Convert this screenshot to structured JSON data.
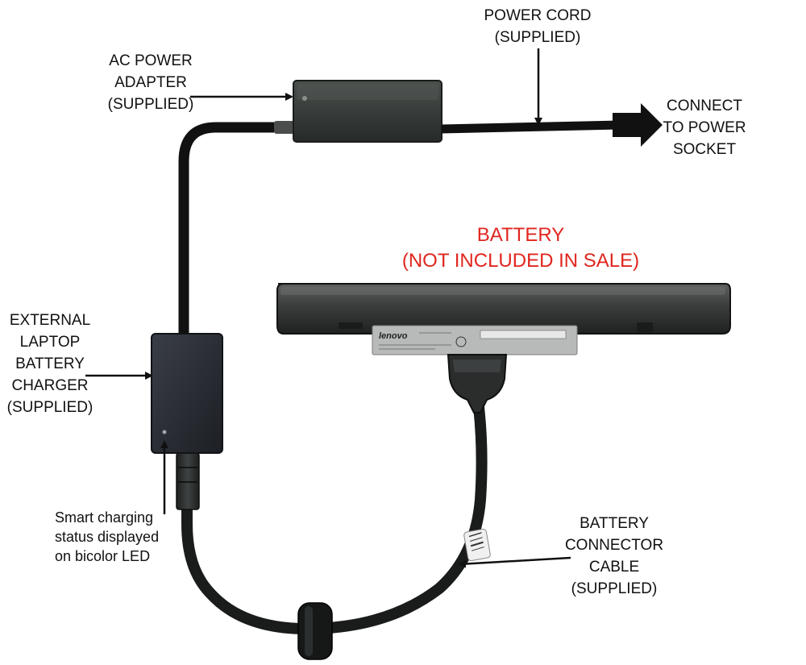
{
  "labels": {
    "power_cord": [
      "POWER CORD",
      "(SUPPLIED)"
    ],
    "ac_adapter": [
      "AC POWER",
      "ADAPTER",
      "(SUPPLIED)"
    ],
    "power_socket": [
      "CONNECT",
      "TO POWER",
      "SOCKET"
    ],
    "battery_title": "BATTERY",
    "battery_note": "(NOT INCLUDED IN SALE)",
    "external_charger": [
      "EXTERNAL",
      "LAPTOP",
      "BATTERY",
      "CHARGER",
      "(SUPPLIED)"
    ],
    "led_status": [
      "Smart charging",
      "status displayed",
      "on bicolor LED"
    ],
    "connector_cable": [
      "BATTERY",
      "CONNECTOR",
      "CABLE",
      "(SUPPLIED)"
    ]
  },
  "battery_brand": "lenovo",
  "colors": {
    "label_text": "#111111",
    "battery_label": "#e0261f",
    "device_body": "#2a2d33",
    "cable": "#111111"
  }
}
